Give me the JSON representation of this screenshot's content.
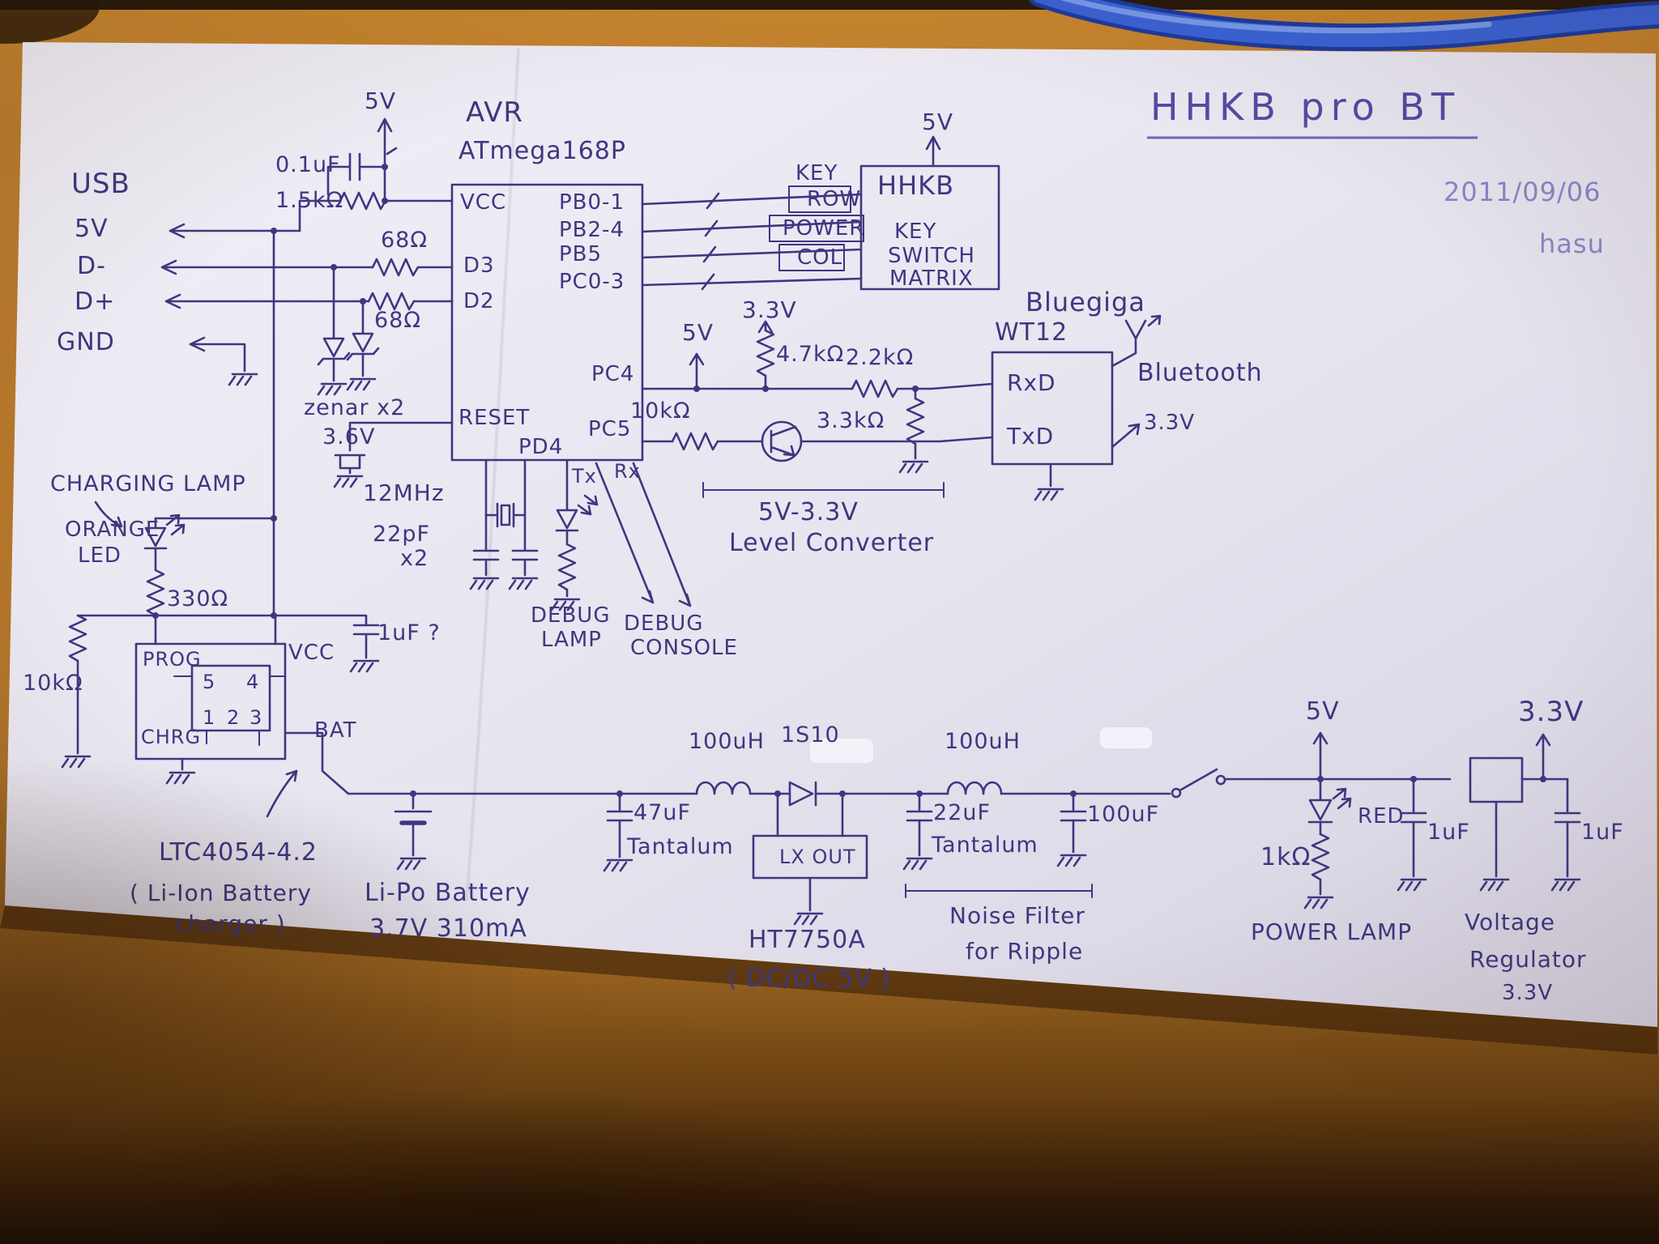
{
  "colors": {
    "ink": "#3e3780",
    "paper": "#e9e6f0",
    "desk": "#b2752a",
    "cable_blue": "#3b63d6",
    "title_ink": "#544aa4",
    "faint_ink": "#8d83c6"
  },
  "header": {
    "title": "HHKB pro BT",
    "date": "2011/09/06",
    "author": "hasu"
  },
  "usb": {
    "label": "USB",
    "v5": "5V",
    "dm": "D-",
    "dp": "D+",
    "gnd": "GND"
  },
  "pwr": {
    "v5": "5V",
    "c01": "0.1uF",
    "r15": "1.5kΩ",
    "r68a": "68Ω",
    "r68b": "68Ω",
    "zener": "zenar x2",
    "zv": "3.6V"
  },
  "avr": {
    "title": "AVR",
    "part": "ATmega168P",
    "vcc": "VCC",
    "d3": "D3",
    "d2": "D2",
    "reset": "RESET",
    "pb01": "PB0-1",
    "pb24": "PB2-4",
    "pb5": "PB5",
    "pc03": "PC0-3",
    "pc4": "PC4",
    "pc5": "PC5",
    "pd4": "PD4",
    "xtal": "12MHz",
    "c22": "22pF",
    "x2": "x2",
    "tx": "Tx",
    "rx": "Rx"
  },
  "hhkb": {
    "v5": "5V",
    "key": "KEY",
    "row": "ROW",
    "power": "POWER",
    "col": "COL",
    "name": "HHKB",
    "m1": "KEY",
    "m2": "SWITCH",
    "m3": "MATRIX"
  },
  "lvl": {
    "v5": "5V",
    "v33": "3.3V",
    "r47": "4.7kΩ",
    "r22": "2.2kΩ",
    "r33": "3.3kΩ",
    "r10": "10kΩ",
    "cap": "5V-3.3V",
    "label": "Level Converter"
  },
  "bt": {
    "brand": "Bluegiga",
    "part": "WT12",
    "rxd": "RxD",
    "txd": "TxD",
    "name": "Bluetooth",
    "v33": "3.3V"
  },
  "dbg": {
    "l1": "DEBUG",
    "l2": "LAMP",
    "c1": "DEBUG",
    "c2": "CONSOLE"
  },
  "chg": {
    "lamp": "CHARGING LAMP",
    "led1": "ORANGE",
    "led2": "LED",
    "r330": "330Ω",
    "r10k": "10kΩ",
    "prog": "PROG",
    "chrg": "CHRG",
    "vcc": "VCC",
    "bat": "BAT",
    "p5": "5",
    "p4": "4",
    "p1": "1",
    "p2": "2",
    "p3": "3",
    "part": "LTC4054-4.2",
    "d1": "( Li-Ion Battery",
    "d2": "charger )",
    "cap": "1uF ?"
  },
  "bat": {
    "l1": "Li-Po Battery",
    "l2": "3.7V 310mA"
  },
  "dc": {
    "ind1": "100uH",
    "diode": "1S10",
    "c47": "47uF",
    "tan1": "Tantalum",
    "lx": "LX OUT",
    "part": "HT7750A",
    "desc": "( DC/DC 5V )"
  },
  "flt": {
    "c22": "22uF",
    "tan2": "Tantalum",
    "ind2": "100uH",
    "c100": "100uF",
    "t1": "Noise Filter",
    "t2": "for Ripple"
  },
  "pl": {
    "v5": "5V",
    "red": "RED",
    "r1k": "1kΩ",
    "label": "POWER LAMP"
  },
  "rg": {
    "c1": "1uF",
    "v33": "3.3V",
    "c2": "1uF",
    "t1": "Voltage",
    "t2": "Regulator",
    "t3": "3.3V"
  }
}
